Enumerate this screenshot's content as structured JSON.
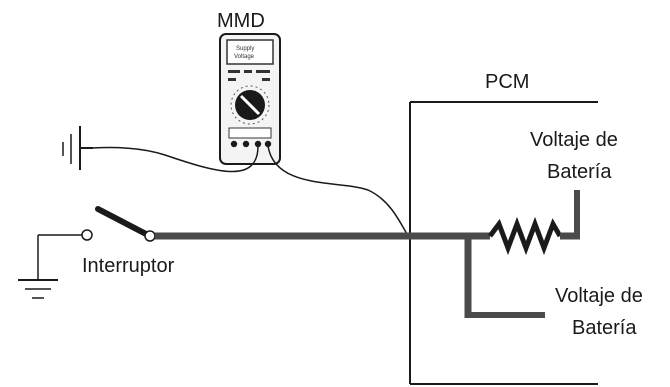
{
  "labels": {
    "meter": "MMD",
    "module": "PCM",
    "switch": "Interruptor",
    "voltage_1_line1": "Voltaje de",
    "voltage_1_line2": "Batería",
    "voltage_2_line1": "Voltaje de",
    "voltage_2_line2": "Batería"
  },
  "meter_display": {
    "line1": "Supply",
    "line2": "Voltage"
  },
  "colors": {
    "ink": "#1a1a1a",
    "wire_main": "#4a4a4a"
  }
}
